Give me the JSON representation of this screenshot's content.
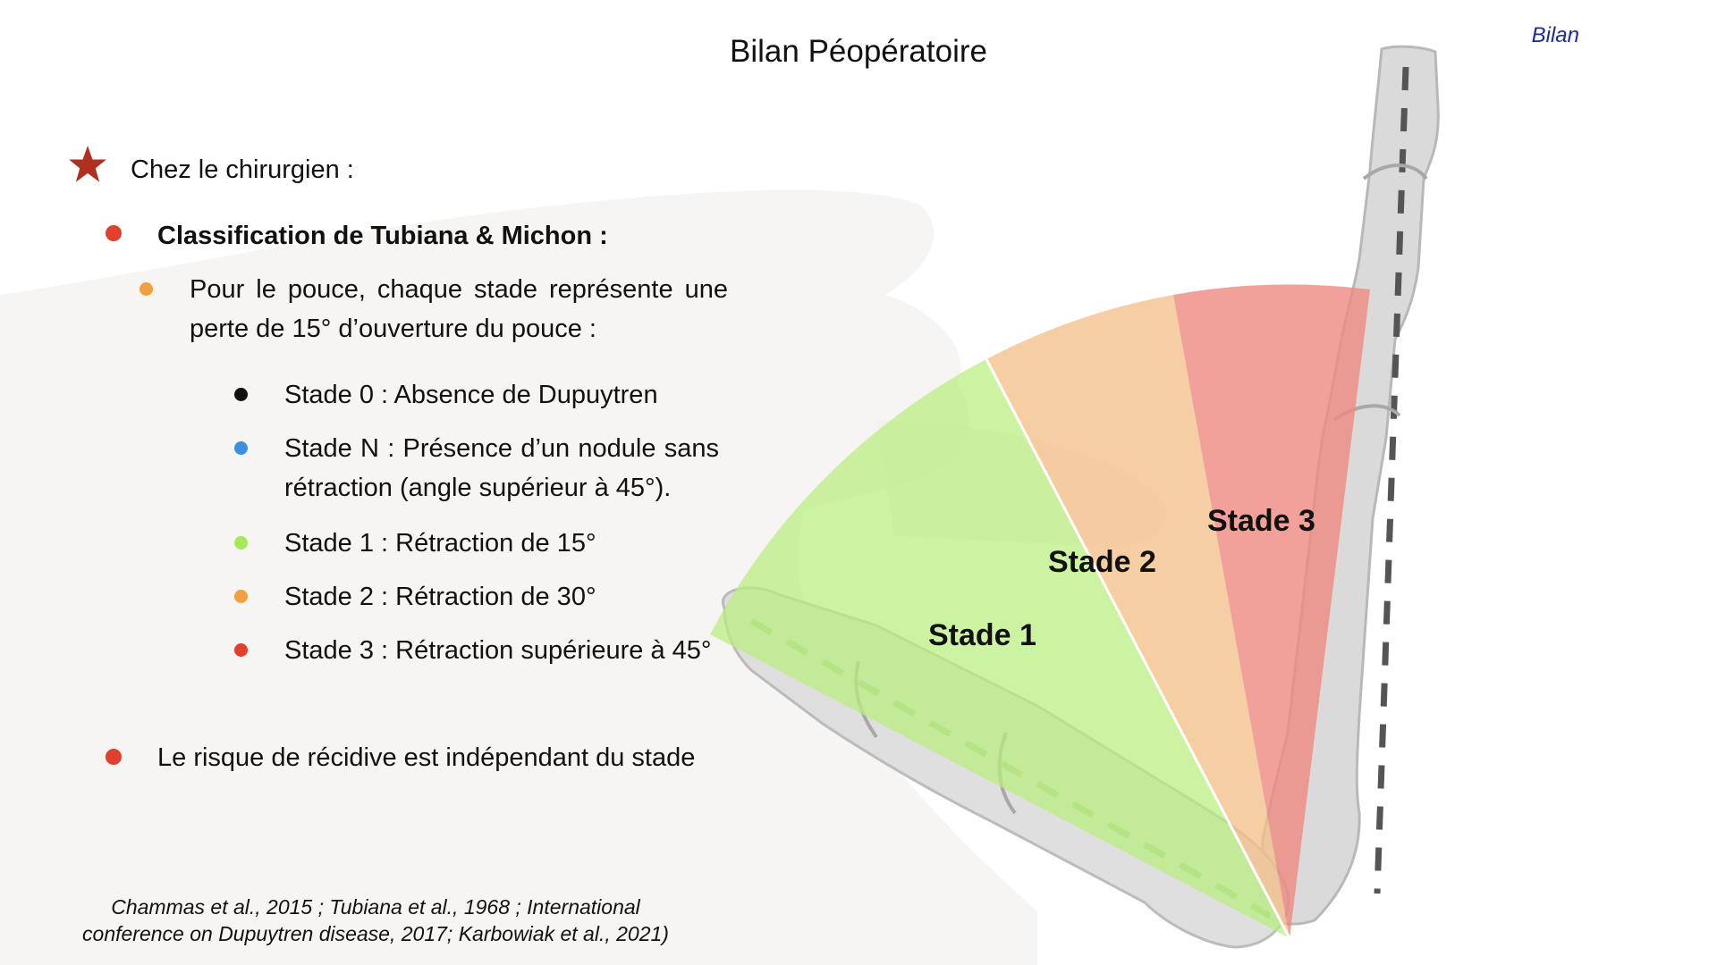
{
  "header": {
    "title": "Bilan Péopératoire",
    "section": "Bilan"
  },
  "content": {
    "surgeon_heading": "Chez le chirurgien :",
    "classification_title": "Classification de Tubiana & Michon :",
    "thumb_note": "Pour le pouce, chaque stade représente une perte de 15° d’ouverture du pouce :",
    "stages": [
      {
        "text": "Stade 0 : Absence de Dupuytren",
        "color": "#111111"
      },
      {
        "text": "Stade N : Présence d’un nodule sans rétraction (angle supérieur à 45°).",
        "color": "#3d8fe0"
      },
      {
        "text": "Stade 1 : Rétraction de 15°",
        "color": "#a6e85a"
      },
      {
        "text": "Stade 2 : Rétraction de 30°",
        "color": "#f0a040"
      },
      {
        "text": "Stade 3 : Rétraction supérieure à 45°",
        "color": "#e0402e"
      }
    ],
    "recurrence_note": "Le risque de récidive est indépendant du stade"
  },
  "citation": {
    "line1": "Chammas et al., 2015 ;  Tubiana et al., 1968 ; International",
    "line2": "conference on Dupuytren disease, 2017; Karbowiak et al., 2021)"
  },
  "diagram": {
    "sectors": [
      {
        "label": "Stade 1",
        "color": "#b8ef7e"
      },
      {
        "label": "Stade 2",
        "color": "#f4c08a"
      },
      {
        "label": "Stade 3",
        "color": "#ee8a80"
      }
    ],
    "bullet_colors": {
      "primary": "#e0402e",
      "secondary": "#f0a040"
    },
    "star_color": "#b0301f",
    "icons": [
      "star-icon",
      "bullet-dot",
      "hand-silhouette",
      "thumb-outline",
      "finger-outline"
    ]
  }
}
